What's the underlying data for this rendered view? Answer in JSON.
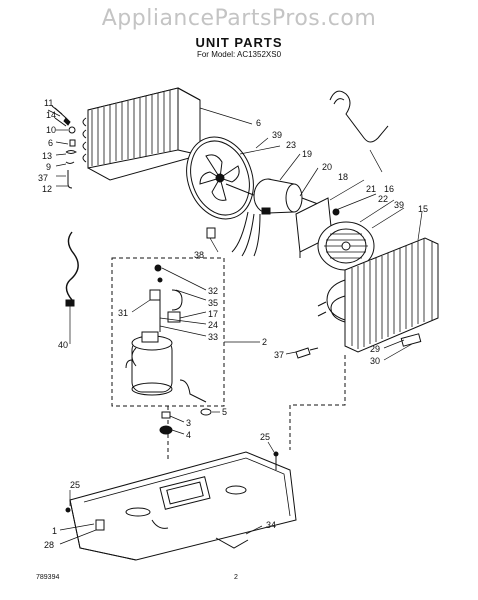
{
  "watermark": "AppliancePartsPros.com",
  "header": {
    "title": "UNIT PARTS",
    "subtitle": "For Model: AC1352XS0"
  },
  "footer": {
    "doc_number": "789394",
    "page_number": "2"
  },
  "callouts": {
    "c11": "11",
    "c14": "14",
    "c10": "10",
    "c6a": "6",
    "c13": "13",
    "c9": "9",
    "c37a": "37",
    "c12": "12",
    "c6b": "6",
    "c39a": "39",
    "c23": "23",
    "c19": "19",
    "c20": "20",
    "c18": "18",
    "c21": "21",
    "c22": "22",
    "c39b": "39",
    "c16": "16",
    "c15": "15",
    "c38": "38",
    "c40": "40",
    "c32": "32",
    "c35": "35",
    "c31": "31",
    "c17": "17",
    "c24": "24",
    "c33": "33",
    "c2": "2",
    "c37b": "37",
    "c29": "29",
    "c30": "30",
    "c5": "5",
    "c3": "3",
    "c4": "4",
    "c25a": "25",
    "c25b": "25",
    "c1": "1",
    "c28": "28",
    "c34": "34"
  }
}
